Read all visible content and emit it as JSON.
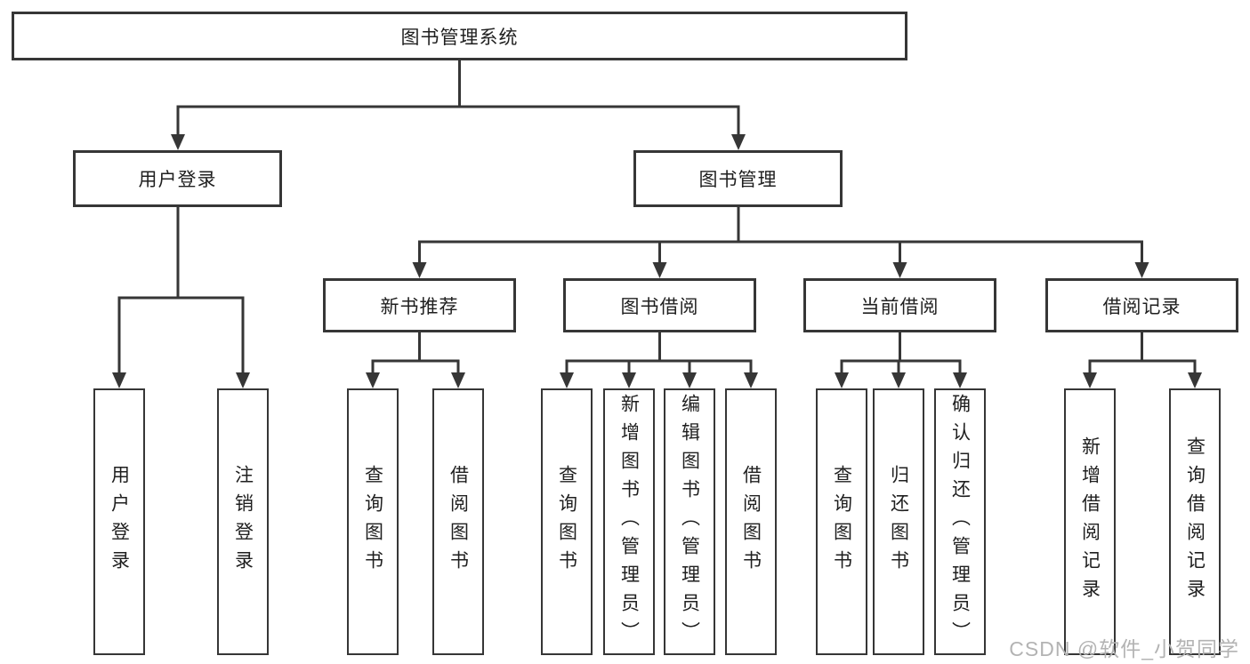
{
  "root": {
    "label": "图书管理系统"
  },
  "branches": {
    "user_login": {
      "label": "用户登录",
      "children": [
        {
          "label": "用户登录"
        },
        {
          "label": "注销登录"
        }
      ]
    },
    "book_mgmt": {
      "label": "图书管理",
      "sections": [
        {
          "label": "新书推荐",
          "children": [
            {
              "label": "查询图书"
            },
            {
              "label": "借阅图书"
            }
          ]
        },
        {
          "label": "图书借阅",
          "children": [
            {
              "label": "查询图书"
            },
            {
              "label": "新增图书（管理员）"
            },
            {
              "label": "编辑图书（管理员）"
            },
            {
              "label": "借阅图书"
            }
          ]
        },
        {
          "label": "当前借阅",
          "children": [
            {
              "label": "查询图书"
            },
            {
              "label": "归还图书"
            },
            {
              "label": "确认归还（管理员）"
            }
          ]
        },
        {
          "label": "借阅记录",
          "children": [
            {
              "label": "新增借阅记录"
            },
            {
              "label": "查询借阅记录"
            }
          ]
        }
      ]
    }
  },
  "colors": {
    "line": "#363636",
    "box_fill": "#ffffff",
    "text": "#1f1f1f",
    "watermark": "#b3b3b3"
  },
  "watermark": "CSDN @软件_小贺同学"
}
